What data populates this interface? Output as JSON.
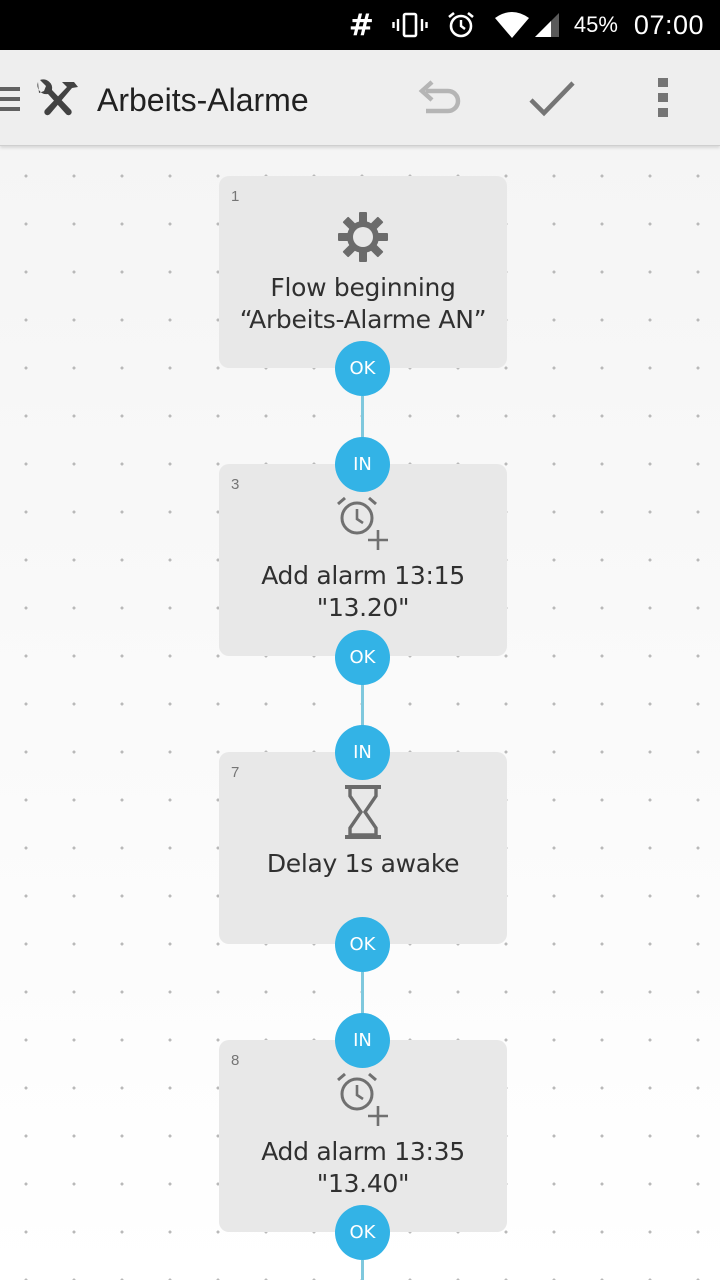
{
  "status_bar": {
    "hash_icon": "#",
    "battery": "45%",
    "time": "07:00"
  },
  "app_bar": {
    "title": "Arbeits-Alarme"
  },
  "blocks": [
    {
      "number": "1",
      "line1": "Flow beginning",
      "line2": "“Arbeits-Alarme AN”",
      "icon": "gear-icon",
      "in_label": "",
      "ok_label": "OK"
    },
    {
      "number": "3",
      "line1": "Add alarm 13:15",
      "line2": "\"13.20\"",
      "icon": "add-alarm-icon",
      "in_label": "IN",
      "ok_label": "OK"
    },
    {
      "number": "7",
      "line1": "Delay 1s awake",
      "line2": "",
      "icon": "hourglass-icon",
      "in_label": "IN",
      "ok_label": "OK"
    },
    {
      "number": "8",
      "line1": "Add alarm 13:35",
      "line2": "\"13.40\"",
      "icon": "add-alarm-icon",
      "in_label": "IN",
      "ok_label": "OK"
    }
  ],
  "colors": {
    "port": "#33b3e6",
    "connector": "#7fc8dd",
    "block": "#e8e8e8",
    "appbar": "#eeeeee"
  }
}
